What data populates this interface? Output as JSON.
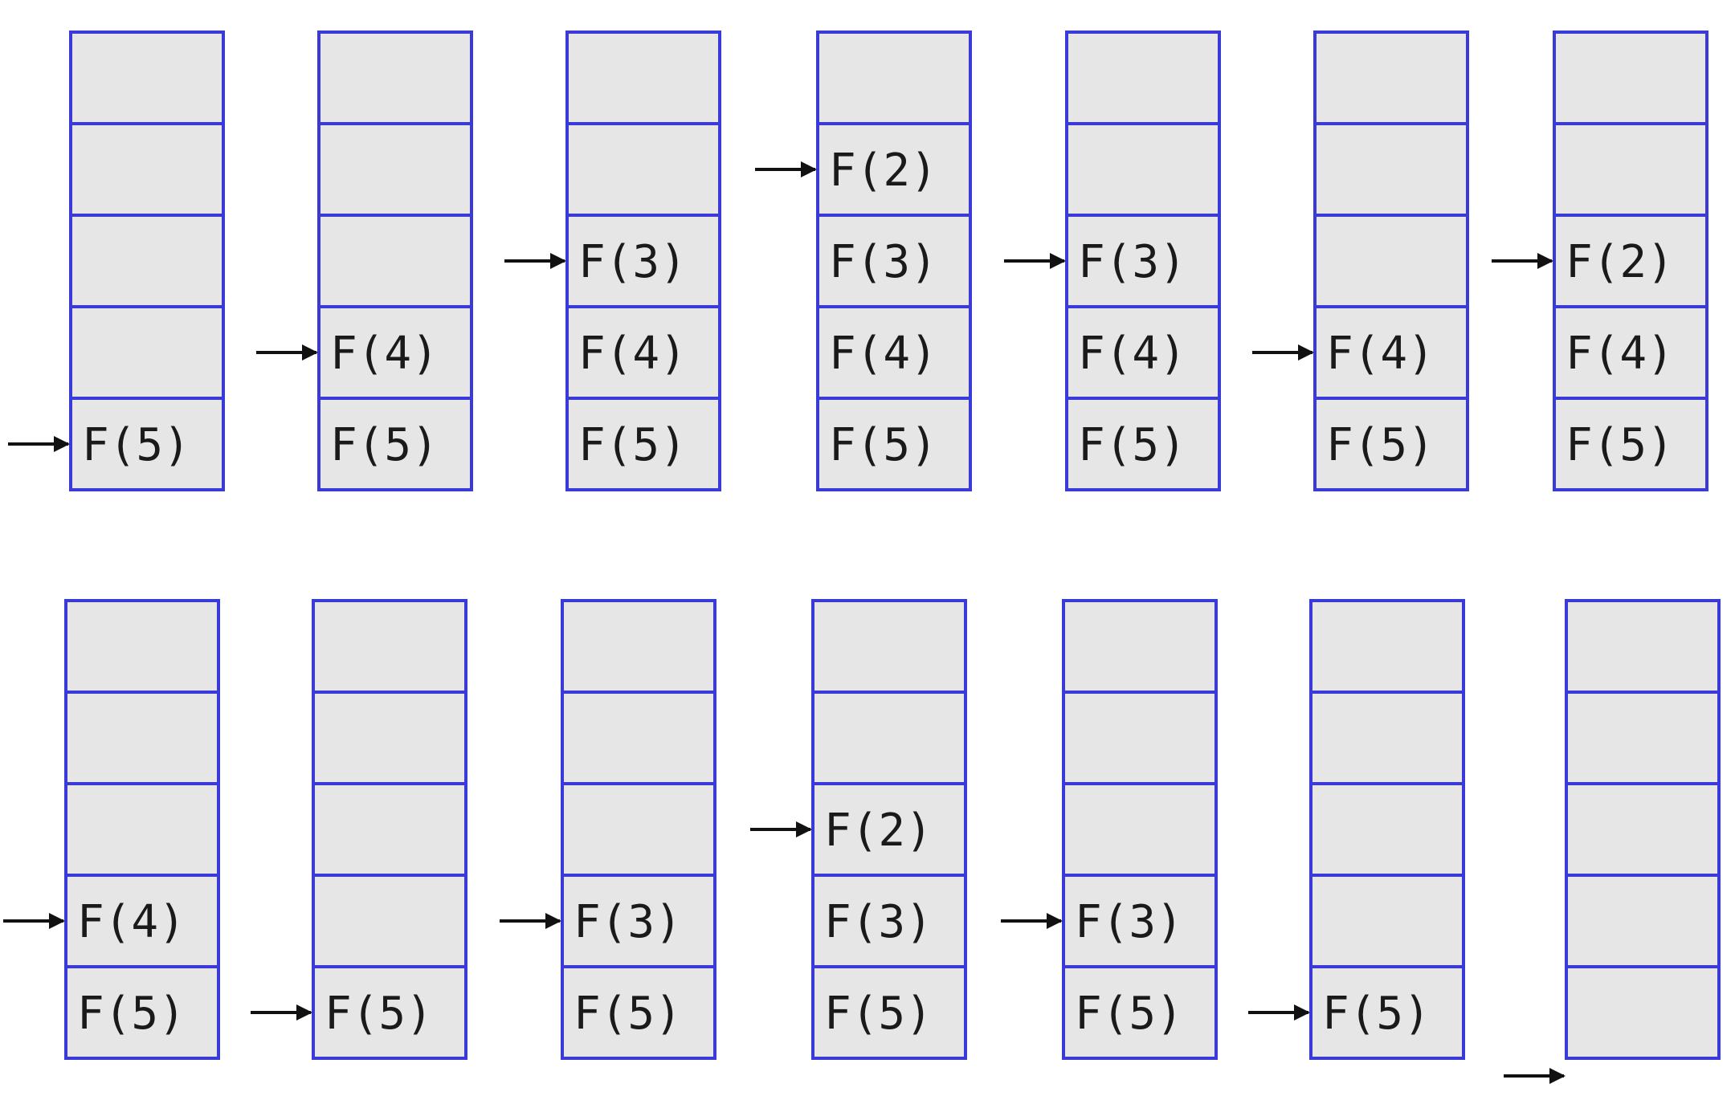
{
  "colors": {
    "cell_fill": "#e6e6e6",
    "cell_border": "#3a3ad8",
    "arrow": "#111111",
    "text": "#1a1a1a"
  },
  "icons": {
    "pointer": "right-arrow-icon"
  },
  "stacks": [
    {
      "row": 0,
      "cells": [
        "",
        "",
        "",
        "",
        "F(5)"
      ],
      "pointer": 4
    },
    {
      "row": 0,
      "cells": [
        "",
        "",
        "",
        "F(4)",
        "F(5)"
      ],
      "pointer": 3
    },
    {
      "row": 0,
      "cells": [
        "",
        "",
        "F(3)",
        "F(4)",
        "F(5)"
      ],
      "pointer": 2
    },
    {
      "row": 0,
      "cells": [
        "",
        "F(2)",
        "F(3)",
        "F(4)",
        "F(5)"
      ],
      "pointer": 1
    },
    {
      "row": 0,
      "cells": [
        "",
        "",
        "F(3)",
        "F(4)",
        "F(5)"
      ],
      "pointer": 2
    },
    {
      "row": 0,
      "cells": [
        "",
        "",
        "",
        "F(4)",
        "F(5)"
      ],
      "pointer": 3
    },
    {
      "row": 0,
      "cells": [
        "",
        "",
        "F(2)",
        "F(4)",
        "F(5)"
      ],
      "pointer": 2
    },
    {
      "row": 1,
      "cells": [
        "",
        "",
        "",
        "F(4)",
        "F(5)"
      ],
      "pointer": 3
    },
    {
      "row": 1,
      "cells": [
        "",
        "",
        "",
        "",
        "F(5)"
      ],
      "pointer": 4
    },
    {
      "row": 1,
      "cells": [
        "",
        "",
        "",
        "F(3)",
        "F(5)"
      ],
      "pointer": 3
    },
    {
      "row": 1,
      "cells": [
        "",
        "",
        "F(2)",
        "F(3)",
        "F(5)"
      ],
      "pointer": 2
    },
    {
      "row": 1,
      "cells": [
        "",
        "",
        "",
        "F(3)",
        "F(5)"
      ],
      "pointer": 3
    },
    {
      "row": 1,
      "cells": [
        "",
        "",
        "",
        "",
        "F(5)"
      ],
      "pointer": 4
    },
    {
      "row": 1,
      "cells": [
        "",
        "",
        "",
        "",
        ""
      ],
      "pointer": 5
    }
  ]
}
